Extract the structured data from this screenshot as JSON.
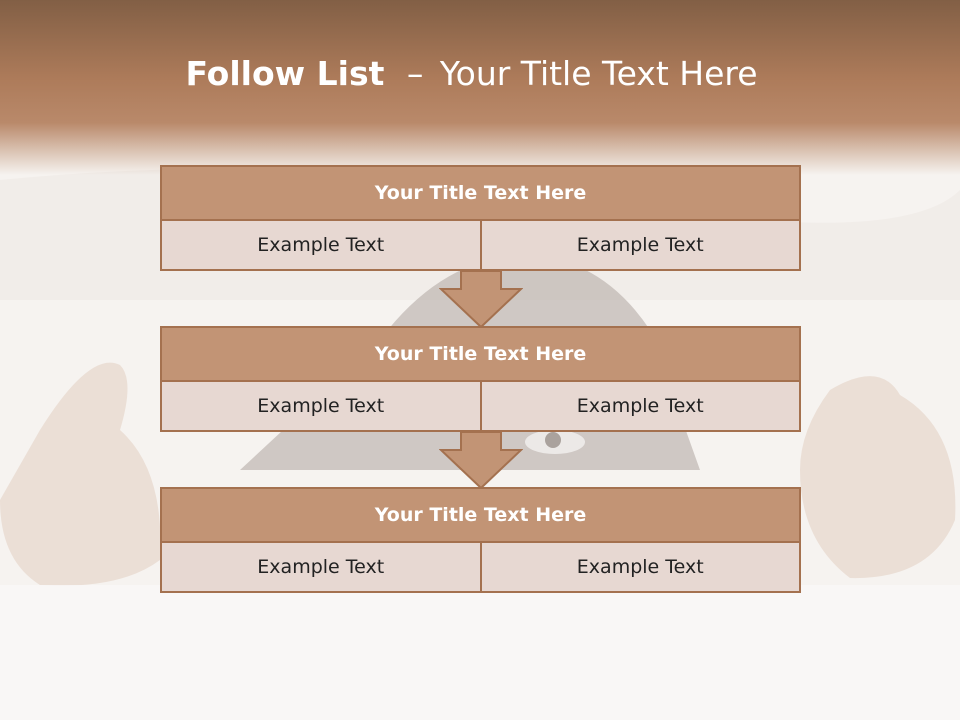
{
  "slide": {
    "title_bold": "Follow List",
    "title_separator": "–",
    "title_rest": "Your Title Text Here",
    "blocks": [
      {
        "title": "Your Title Text Here",
        "cells": [
          "Example Text",
          "Example Text"
        ]
      },
      {
        "title": "Your Title Text Here",
        "cells": [
          "Example Text",
          "Example Text"
        ]
      },
      {
        "title": "Your Title Text Here",
        "cells": [
          "Example Text",
          "Example Text"
        ]
      }
    ]
  },
  "colors": {
    "header_top": "#825f45",
    "header_mid": "#b9896a",
    "block_title_fill": "#c29475",
    "block_border": "#a4714f",
    "cell_fill": "#e7d8d2",
    "arrow_fill": "#c29475"
  }
}
